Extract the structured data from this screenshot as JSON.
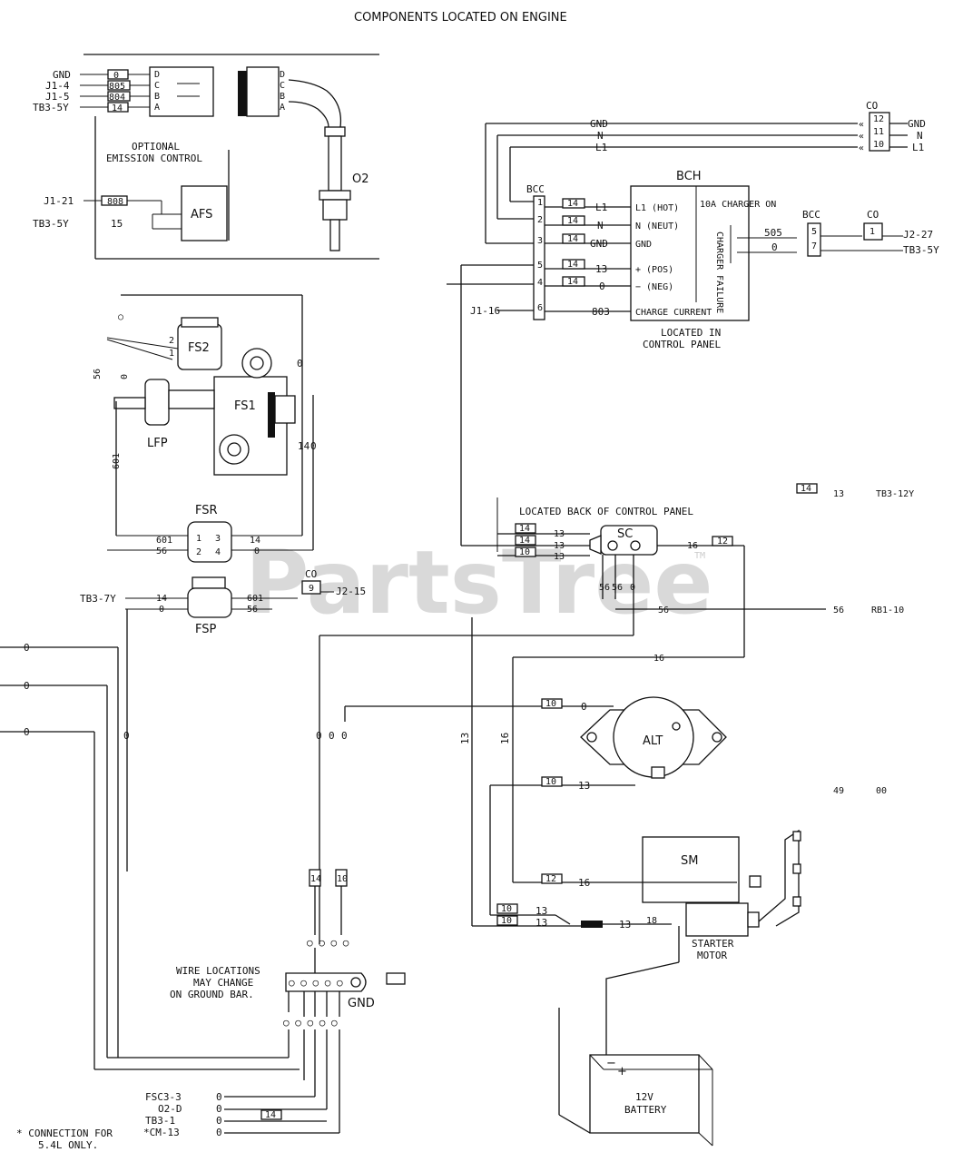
{
  "title": "COMPONENTS LOCATED ON ENGINE",
  "watermark": "PartsTree",
  "watermark_tm": "TM",
  "emission": {
    "connector_left_labels": [
      "GND",
      "J1-4",
      "J1-5",
      "TB3-5Y"
    ],
    "connector_wire_nums": [
      "0",
      "805",
      "804",
      "14"
    ],
    "connector_pins_left": [
      "D",
      "C",
      "B",
      "A"
    ],
    "connector_pins_right": [
      "D",
      "C",
      "B",
      "A"
    ],
    "optional_line1": "OPTIONAL",
    "optional_line2": "EMISSION CONTROL",
    "afs_label": "AFS",
    "afs_row1_left": "J1-21",
    "afs_row1_wire": "808",
    "afs_row2_left": "TB3-5Y",
    "afs_row2_wire": "15",
    "o2_label": "O2"
  },
  "top_bus": {
    "wires": [
      "GND",
      "N",
      "L1"
    ],
    "co_label": "CO",
    "co_pins": [
      "12",
      "11",
      "10"
    ],
    "right_labels": [
      "GND",
      "N",
      "L1"
    ]
  },
  "bch": {
    "title": "BCH",
    "bcc_label": "BCC",
    "pins": [
      "1",
      "2",
      "3",
      "5",
      "4",
      "6"
    ],
    "tags": [
      "14",
      "14",
      "14",
      "14",
      "14"
    ],
    "wires": [
      "L1",
      "N",
      "GND",
      "13",
      "0",
      "803"
    ],
    "terminals": [
      "L1 (HOT)",
      "N (NEUT)",
      "GND",
      "+ (POS)",
      "− (NEG)",
      "CHARGE CURRENT"
    ],
    "vertical_charger_on": "10A CHARGER ON",
    "vertical_charger_failure": "CHARGER FAILURE",
    "j1_label": "J1-16",
    "located_line1": "LOCATED IN",
    "located_line2": "CONTROL PANEL",
    "out_bcc_label": "BCC",
    "out_co_label": "CO",
    "out_bcc_pins": [
      "5",
      "7"
    ],
    "out_co_pins": [
      "1"
    ],
    "out_wires": [
      "505",
      "0"
    ],
    "out_targets": [
      "J2-27",
      "TB3-5Y"
    ]
  },
  "fuel": {
    "fs2": "FS2",
    "fs1": "FS1",
    "lfp": "LFP",
    "fs2_pins": [
      "2",
      "1"
    ],
    "wire_56": "56",
    "wire_0": "0",
    "wire_601": "601",
    "wire_14": "14",
    "wire_0b": "0",
    "fsr": "FSR",
    "fsr_rows": [
      [
        "601",
        "14"
      ],
      [
        "56",
        "0"
      ]
    ],
    "fsr_pins": [
      "1",
      "2",
      "3",
      "4"
    ],
    "fsp": "FSP",
    "fsp_left": "TB3-7Y",
    "fsp_rows_left": [
      "14",
      "0"
    ],
    "fsp_rows_right": [
      "601",
      "56"
    ],
    "fsp_co_label": "CO",
    "fsp_co_pin": "9",
    "fsp_target": "J2-15"
  },
  "sc": {
    "header": "LOCATED BACK OF CONTROL PANEL",
    "label": "SC",
    "tags": [
      "14",
      "14",
      "10"
    ],
    "wires": [
      "13",
      "13",
      "13"
    ],
    "out_wire": "16",
    "out_tag": "12",
    "down_wires": [
      "56",
      "56",
      "0"
    ],
    "wire_56": "56",
    "wire_16": "16",
    "right_tag": "14",
    "right_13": "13",
    "right_tb": "TB3-12Y",
    "right_56": "56",
    "right_rb": "RB1-10"
  },
  "left_ground": {
    "wires": [
      "0",
      "0",
      "0"
    ],
    "vert_labels": [
      "0",
      "0",
      "0",
      "0"
    ]
  },
  "alt": {
    "label": "ALT",
    "tag_top": "10",
    "wire_top": "0",
    "tag_bot": "10",
    "wire_bot": "13",
    "vert_13": "13",
    "vert_16": "16",
    "right_note_a": "49",
    "right_note_b": "00"
  },
  "starter": {
    "sm_label": "SM",
    "tag_sm": "12",
    "wire_sm": "16",
    "tags_bottom": [
      "10",
      "10"
    ],
    "wires_bottom": [
      "13",
      "13"
    ],
    "mid_wire": "13",
    "end_tag": "18",
    "starter_line1": "STARTER",
    "starter_line2": "MOTOR"
  },
  "battery": {
    "line1": "12V",
    "line2": "BATTERY",
    "neg": "−",
    "pos": "+"
  },
  "ground_bar": {
    "note1": "WIRE LOCATIONS",
    "note2": "MAY CHANGE",
    "note3": "ON GROUND BAR.",
    "label": "GND",
    "tags": [
      "14",
      "10"
    ],
    "bottom_rows": [
      {
        "label": "FSC3-3",
        "wire": "0"
      },
      {
        "label": "O2-D",
        "wire": "0"
      },
      {
        "label": "TB3-1",
        "wire": "0"
      },
      {
        "label": "*CM-13",
        "wire": "0"
      }
    ],
    "bottom_tag": "14",
    "footnote1": "* CONNECTION FOR",
    "footnote2": "5.4L ONLY."
  }
}
